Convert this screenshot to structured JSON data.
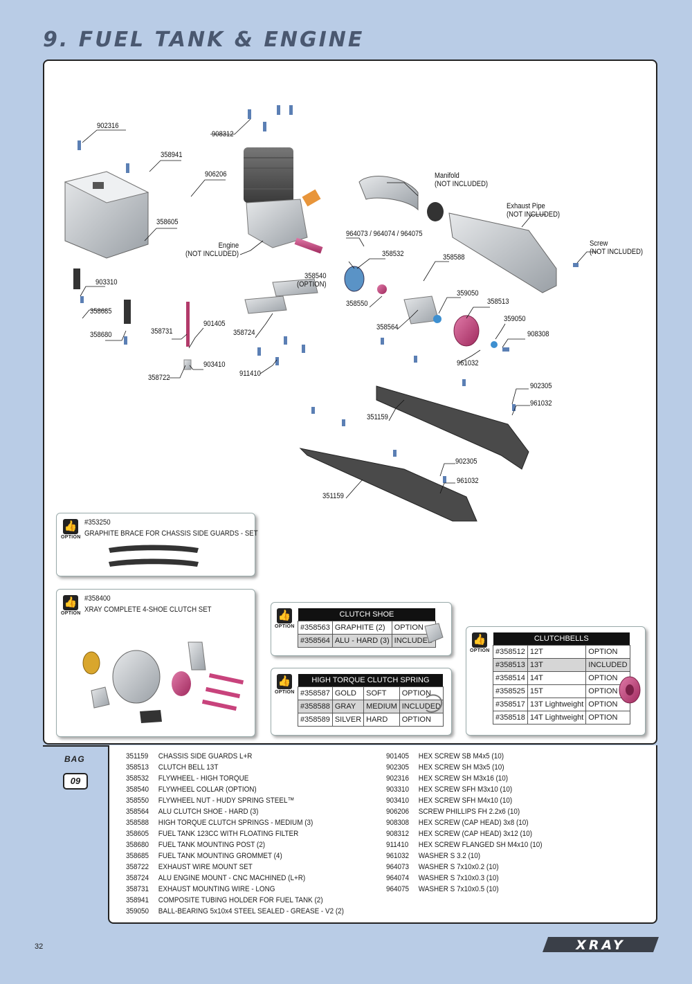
{
  "page": {
    "title": "9. FUEL TANK & ENGINE",
    "page_number": "32",
    "logo_text": "XRAY"
  },
  "callouts": [
    {
      "id": "c902316",
      "text": "902316"
    },
    {
      "id": "c908312",
      "text": "908312"
    },
    {
      "id": "c358941",
      "text": "358941"
    },
    {
      "id": "c906206",
      "text": "906206"
    },
    {
      "id": "c358605",
      "text": "358605"
    },
    {
      "id": "cManifold",
      "text": "Manifold\n(NOT INCLUDED)"
    },
    {
      "id": "cExhaust",
      "text": "Exhaust Pipe\n(NOT INCLUDED)"
    },
    {
      "id": "cScrew",
      "text": "Screw\n(NOT INCLUDED)"
    },
    {
      "id": "cEngine",
      "text": "Engine\n(NOT INCLUDED)"
    },
    {
      "id": "c964073",
      "text": "964073 / 964074 / 964075"
    },
    {
      "id": "c903310",
      "text": "903310"
    },
    {
      "id": "c358540",
      "text": "358540\n(OPTION)"
    },
    {
      "id": "c358532",
      "text": "358532"
    },
    {
      "id": "c358588",
      "text": "358588"
    },
    {
      "id": "c358685",
      "text": "358685"
    },
    {
      "id": "c358550",
      "text": "358550"
    },
    {
      "id": "c359050a",
      "text": "359050"
    },
    {
      "id": "c358513",
      "text": "358513"
    },
    {
      "id": "c358680",
      "text": "358680"
    },
    {
      "id": "c358731",
      "text": "358731"
    },
    {
      "id": "c901405",
      "text": "901405"
    },
    {
      "id": "c358724",
      "text": "358724"
    },
    {
      "id": "c358564",
      "text": "358564"
    },
    {
      "id": "c359050b",
      "text": "359050"
    },
    {
      "id": "c908308",
      "text": "908308"
    },
    {
      "id": "c961032a",
      "text": "961032"
    },
    {
      "id": "c903410",
      "text": "903410"
    },
    {
      "id": "c358722",
      "text": "358722"
    },
    {
      "id": "c911410",
      "text": "911410"
    },
    {
      "id": "c902305a",
      "text": "902305"
    },
    {
      "id": "c961032b",
      "text": "961032"
    },
    {
      "id": "c351159a",
      "text": "351159"
    },
    {
      "id": "c902305b",
      "text": "902305"
    },
    {
      "id": "c961032c",
      "text": "961032"
    },
    {
      "id": "c351159b",
      "text": "351159"
    }
  ],
  "option_label": "OPTION",
  "brace_option": {
    "code": "#353250",
    "name": "GRAPHITE BRACE FOR CHASSIS SIDE GUARDS - SET"
  },
  "clutch_set_option": {
    "code": "#358400",
    "name": "XRAY COMPLETE 4-SHOE CLUTCH SET"
  },
  "clutch_shoe_table": {
    "header": "CLUTCH SHOE",
    "rows": [
      [
        "#358563",
        "GRAPHITE (2)",
        "OPTION"
      ],
      [
        "#358564",
        "ALU - HARD (3)",
        "INCLUDED"
      ]
    ]
  },
  "clutch_spring_table": {
    "header": "HIGH TORQUE CLUTCH SPRING",
    "rows": [
      [
        "#358587",
        "GOLD",
        "SOFT",
        "OPTION"
      ],
      [
        "#358588",
        "GRAY",
        "MEDIUM",
        "INCLUDED"
      ],
      [
        "#358589",
        "SILVER",
        "HARD",
        "OPTION"
      ]
    ]
  },
  "clutchbells_table": {
    "header": "CLUTCHBELLS",
    "rows": [
      [
        "#358512",
        "12T",
        "OPTION"
      ],
      [
        "#358513",
        "13T",
        "INCLUDED"
      ],
      [
        "#358514",
        "14T",
        "OPTION"
      ],
      [
        "#358525",
        "15T",
        "OPTION"
      ],
      [
        "#358517",
        "13T Lightweight",
        "OPTION"
      ],
      [
        "#358518",
        "14T Lightweight",
        "OPTION"
      ]
    ]
  },
  "bag": {
    "label": "BAG",
    "number": "09"
  },
  "parts_left": [
    [
      "351159",
      "CHASSIS SIDE GUARDS L+R"
    ],
    [
      "358513",
      "CLUTCH BELL 13T"
    ],
    [
      "358532",
      "FLYWHEEL - HIGH TORQUE"
    ],
    [
      "358540",
      "FLYWHEEL COLLAR (OPTION)"
    ],
    [
      "358550",
      "FLYWHEEL NUT - HUDY SPRING STEEL™"
    ],
    [
      "358564",
      "ALU CLUTCH SHOE - HARD (3)"
    ],
    [
      "358588",
      "HIGH TORQUE CLUTCH SPRINGS - MEDIUM (3)"
    ],
    [
      "358605",
      "FUEL TANK 123CC WITH FLOATING FILTER"
    ],
    [
      "358680",
      "FUEL TANK MOUNTING POST (2)"
    ],
    [
      "358685",
      "FUEL TANK MOUNTING GROMMET (4)"
    ],
    [
      "358722",
      "EXHAUST WIRE MOUNT SET"
    ],
    [
      "358724",
      "ALU ENGINE MOUNT - CNC MACHINED (L+R)"
    ],
    [
      "358731",
      "EXHAUST MOUNTING WIRE - LONG"
    ],
    [
      "358941",
      "COMPOSITE TUBING HOLDER FOR FUEL TANK (2)"
    ],
    [
      "359050",
      "BALL-BEARING 5x10x4 STEEL SEALED - GREASE - V2 (2)"
    ]
  ],
  "parts_right": [
    [
      "901405",
      "HEX SCREW  SB M4x5  (10)"
    ],
    [
      "902305",
      "HEX SCREW  SH M3x5  (10)"
    ],
    [
      "902316",
      "HEX SCREW  SH M3x16  (10)"
    ],
    [
      "903310",
      "HEX SCREW  SFH M3x10  (10)"
    ],
    [
      "903410",
      "HEX SCREW  SFH M4x10  (10)"
    ],
    [
      "906206",
      "SCREW PHILLIPS FH 2.2x6  (10)"
    ],
    [
      "908308",
      "HEX SCREW (CAP HEAD) 3x8  (10)"
    ],
    [
      "908312",
      "HEX SCREW (CAP HEAD) 3x12  (10)"
    ],
    [
      "911410",
      "HEX SCREW FLANGED SH M4x10  (10)"
    ],
    [
      "961032",
      "WASHER S 3.2 (10)"
    ],
    [
      "964073",
      "WASHER S 7x10x0.2 (10)"
    ],
    [
      "964074",
      "WASHER S 7x10x0.3 (10)"
    ],
    [
      "964075",
      "WASHER S 7x10x0.5 (10)"
    ]
  ]
}
